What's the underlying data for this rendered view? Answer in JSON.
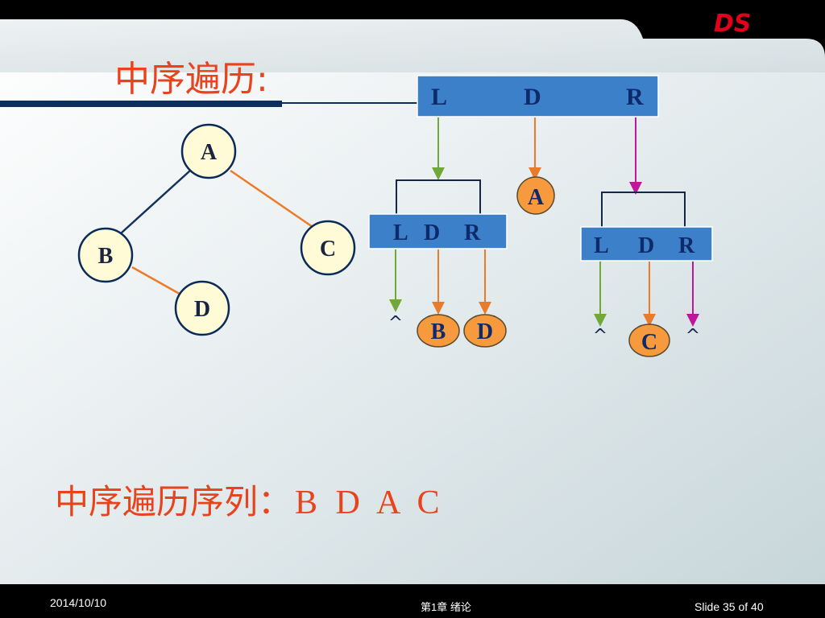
{
  "title": "中序遍历:",
  "brand": "DS",
  "tree": {
    "nodes": [
      {
        "id": "A",
        "label": "A"
      },
      {
        "id": "B",
        "label": "B"
      },
      {
        "id": "C",
        "label": "C"
      },
      {
        "id": "D",
        "label": "D"
      }
    ],
    "edges": [
      {
        "from": "A",
        "to": "B"
      },
      {
        "from": "A",
        "to": "C"
      },
      {
        "from": "B",
        "to": "D"
      }
    ]
  },
  "traversal": {
    "root_box": {
      "labels": [
        "L",
        "D",
        "R"
      ]
    },
    "root_value": "A",
    "left_box": {
      "labels": [
        "L",
        "D",
        "R"
      ]
    },
    "left_results": {
      "null": "^",
      "values": [
        "B",
        "D"
      ]
    },
    "right_box": {
      "labels": [
        "L",
        "D",
        "R"
      ]
    },
    "right_results": {
      "null_left": "^",
      "value": "C",
      "null_right": "^"
    }
  },
  "result": {
    "prefix": "中序遍历序列：",
    "sequence": "B D A C"
  },
  "footer": {
    "date": "2014/10/10",
    "chapter": "第1章 绪论",
    "slide": "Slide 35 of 40"
  },
  "colors": {
    "box_fill": "#3b80c8",
    "orange": "#f79a3e",
    "green_arrow": "#72a83a",
    "orange_arrow": "#e97b2a",
    "magenta_arrow": "#c0169c",
    "title_red": "#e8431c"
  }
}
